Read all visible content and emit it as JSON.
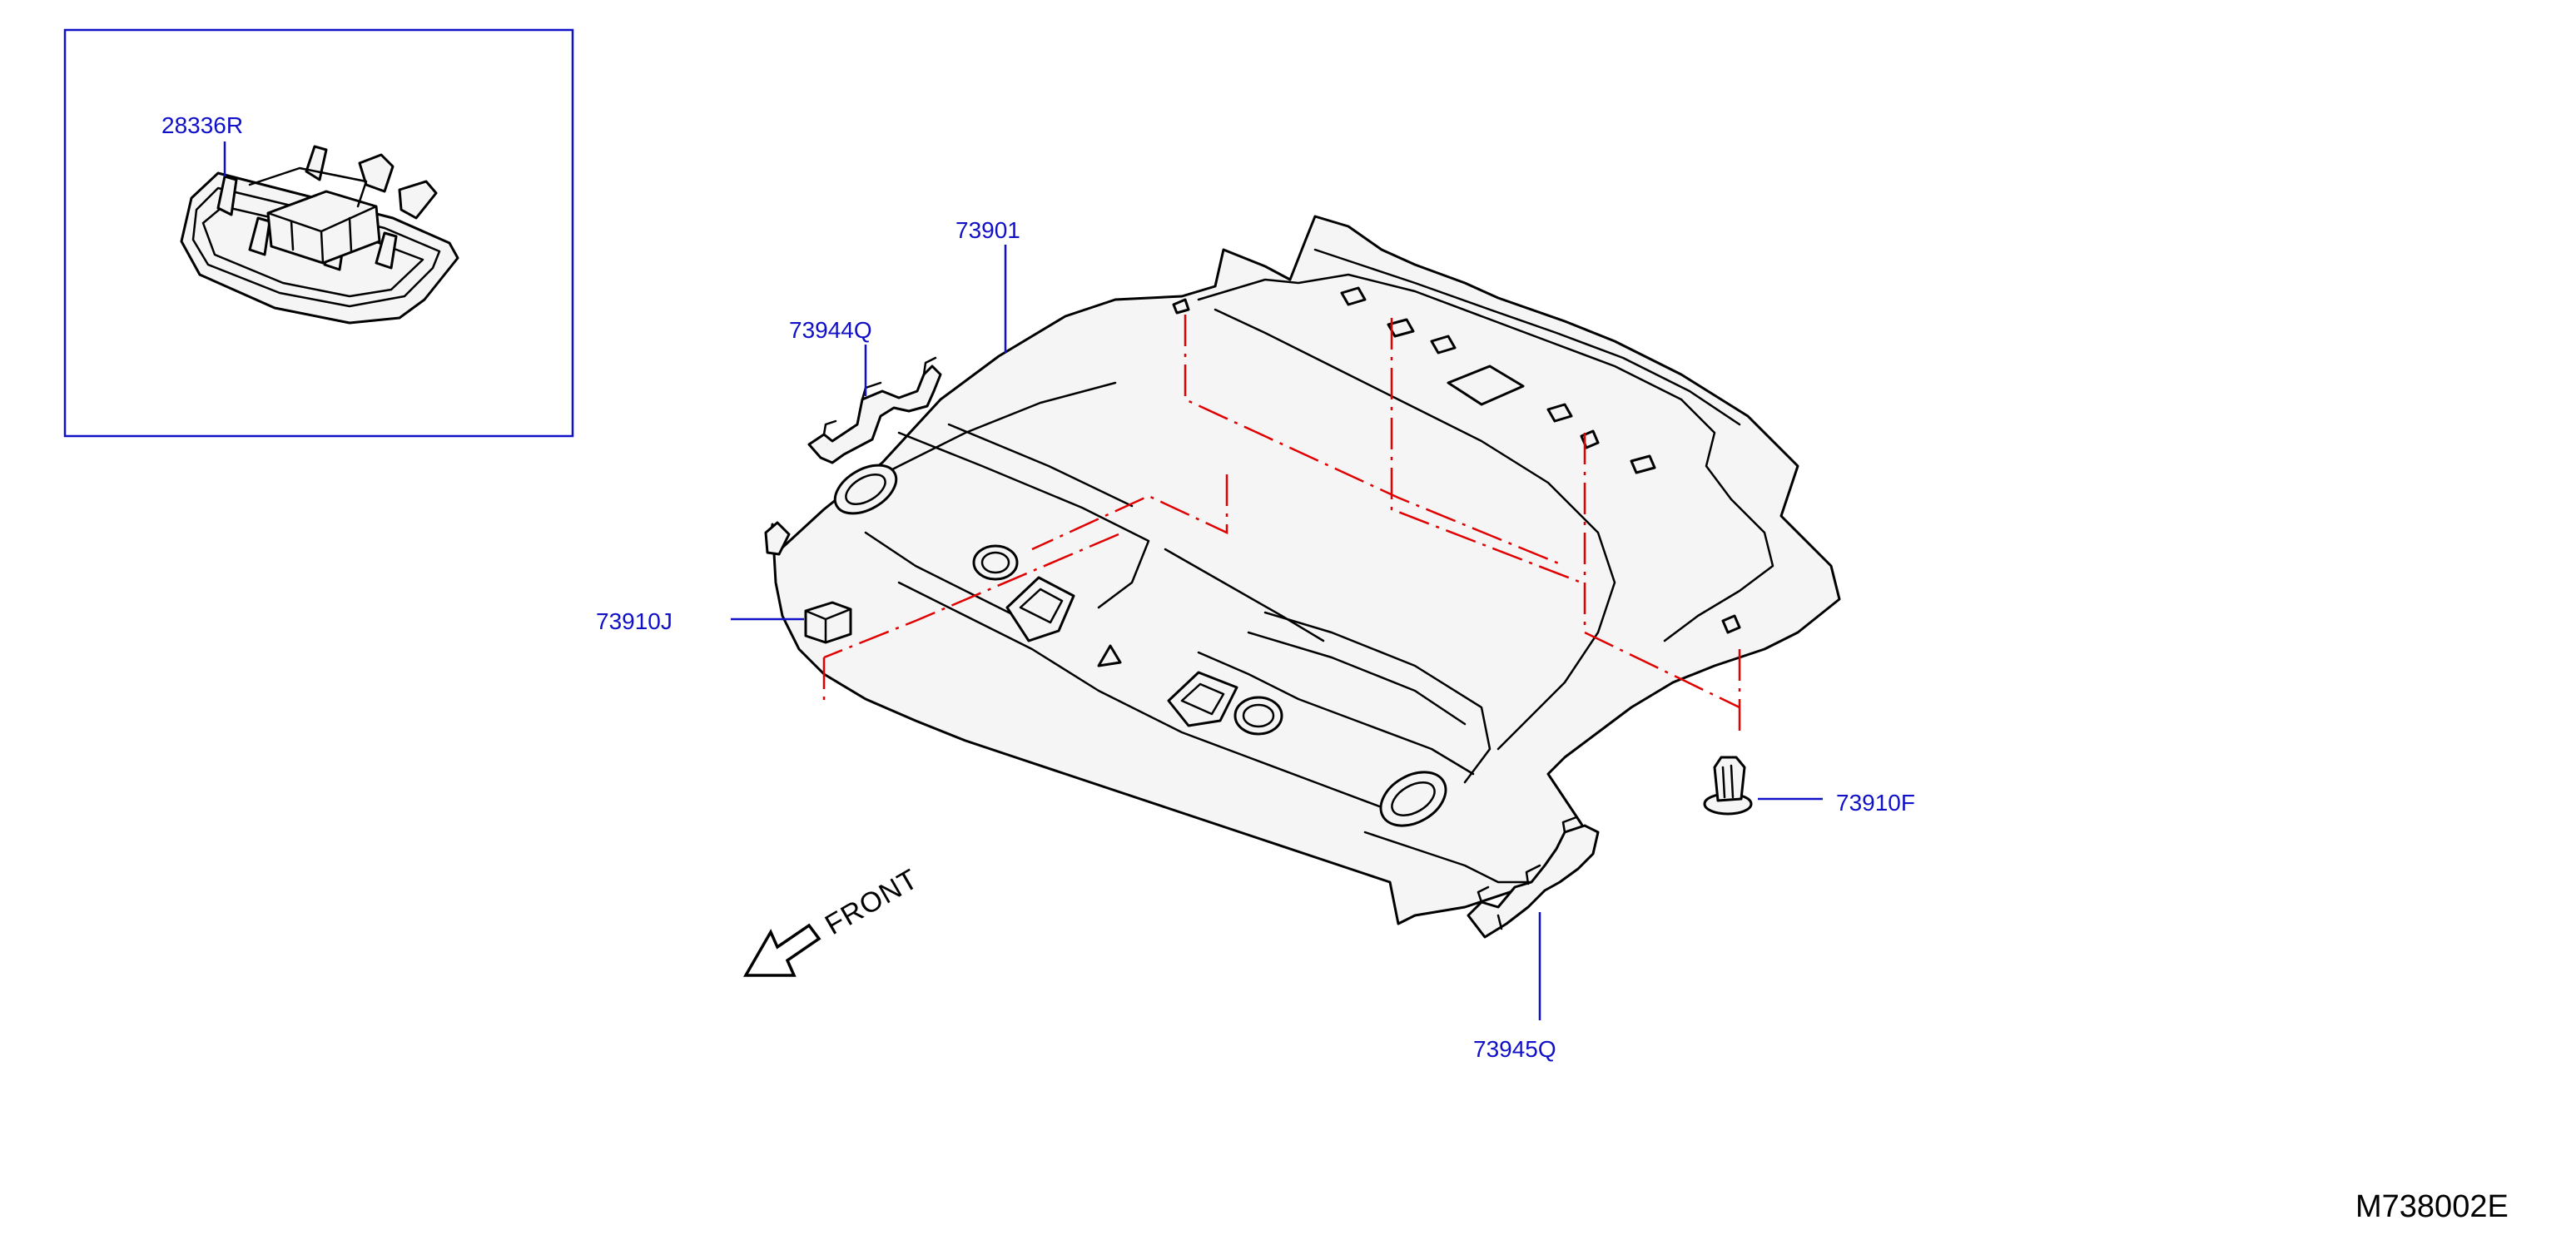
{
  "diagram": {
    "code": "M738002E",
    "front_text": "FRONT",
    "colors": {
      "label": "#1010c8",
      "outline": "#000000",
      "dashed_guide": "#e00000",
      "inset_border": "#1010c8"
    },
    "parts": [
      {
        "id": "28336R",
        "description": "lamp bracket shown in inset box"
      },
      {
        "id": "73901"
      },
      {
        "id": "73944Q"
      },
      {
        "id": "73910J"
      },
      {
        "id": "73910F"
      },
      {
        "id": "73945Q"
      }
    ]
  }
}
